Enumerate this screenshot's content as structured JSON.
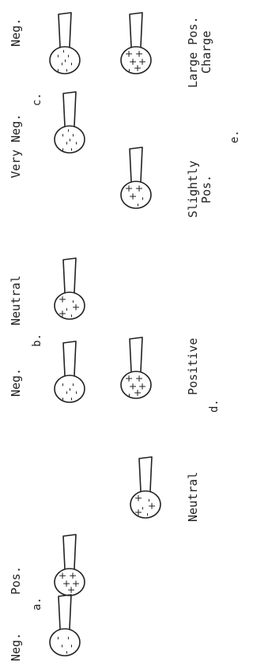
{
  "labels": {
    "a_neg": "Neg.",
    "a_pos": "Pos.",
    "a_letter": "a.",
    "b_neg": "Neg.",
    "b_neutral": "Neutral",
    "b_letter": "b.",
    "c_very_neg": "Very Neg.",
    "c_neg": "Neg.",
    "c_letter": "c.",
    "d_neutral": "Neutral",
    "d_positive": "Positive",
    "d_letter": "d.",
    "e_slightly": "Slightly",
    "e_pos": "Pos.",
    "e_large": "Large Pos.",
    "e_charge": "Charge",
    "e_letter": "e."
  },
  "electroscopes": [
    {
      "id": "a1",
      "signs": [
        "-",
        "-",
        "-",
        "-",
        "-"
      ]
    },
    {
      "id": "a2",
      "signs": [
        "+",
        "+",
        "+",
        "+",
        "+"
      ]
    },
    {
      "id": "b1",
      "signs": [
        "-",
        "-",
        "-",
        "-",
        "-",
        "-",
        "-"
      ]
    },
    {
      "id": "b2",
      "signs": [
        "-",
        "+",
        "-",
        "+",
        "-",
        "+"
      ]
    },
    {
      "id": "c1",
      "signs": [
        "-",
        "-",
        "-",
        "-",
        "-",
        "-",
        "-",
        "-"
      ]
    },
    {
      "id": "c2",
      "signs": [
        "-",
        "-",
        "-",
        "-",
        "-",
        "-",
        "-",
        "-"
      ]
    },
    {
      "id": "d1",
      "signs": [
        "-",
        "+",
        "-",
        "+",
        "-",
        "+"
      ]
    },
    {
      "id": "d2",
      "signs": [
        "+",
        "+",
        "+",
        "+",
        "+",
        "-"
      ]
    },
    {
      "id": "e1",
      "signs": [
        "+",
        "+",
        "+",
        "-",
        "-"
      ]
    },
    {
      "id": "e2",
      "signs": [
        "+",
        "+",
        "+",
        "+",
        "+",
        "-"
      ]
    }
  ]
}
